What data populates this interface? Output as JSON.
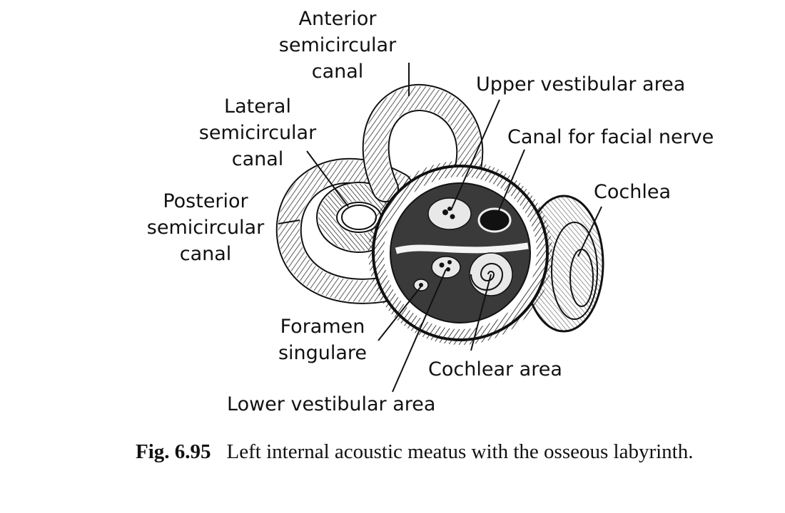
{
  "labels": {
    "anterior_canal": "Anterior\nsemicircular\ncanal",
    "lateral_canal": "Lateral\nsemicircular\ncanal",
    "posterior_canal": "Posterior\nsemicircular\ncanal",
    "upper_vestibular_area": "Upper vestibular area",
    "canal_facial_nerve": "Canal for facial nerve",
    "cochlea": "Cochlea",
    "foramen_singulare": "Foramen\nsingulare",
    "cochlear_area": "Cochlear area",
    "lower_vestibular_area": "Lower vestibular area"
  },
  "caption": {
    "number": "Fig. 6.95",
    "text": "Left internal acoustic meatus with the osseous labyrinth."
  },
  "colors": {
    "ink": "#111111",
    "paper": "#ffffff"
  }
}
